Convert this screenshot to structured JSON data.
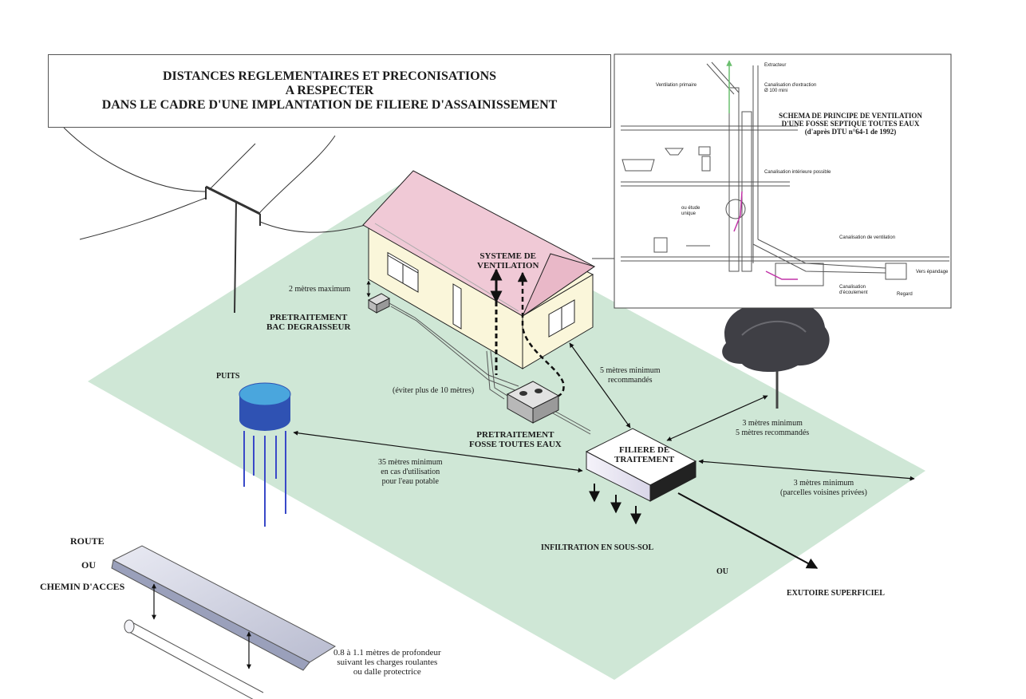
{
  "title": {
    "line1": "DISTANCES REGLEMENTAIRES ET PRECONISATIONS",
    "line2": "A RESPECTER",
    "line3": "DANS LE CADRE D'UNE IMPLANTATION DE FILIERE D'ASSAINISSEMENT"
  },
  "labels": {
    "systeme1": "SYSTEME DE",
    "systeme2": "VENTILATION",
    "deux_metres": "2 mètres maximum",
    "pretraitement_bac1": "PRETRAITEMENT",
    "pretraitement_bac2": "BAC DEGRAISSEUR",
    "puits": "PUITS",
    "eviter": "(éviter plus de 10 mètres)",
    "fosse1": "PRETRAITEMENT",
    "fosse2": "FOSSE TOUTES EAUX",
    "filiere1": "FILIERE DE",
    "filiere2": "TRAITEMENT",
    "cinq_min1": "5 mètres minimum",
    "cinq_min2": "recommandés",
    "trois_arbre1": "3 mètres minimum",
    "trois_arbre2": "5 mètres recommandés",
    "trente_cinq1": "35 mètres minimum",
    "trente_cinq2": "en cas d'utilisation",
    "trente_cinq3": "pour l'eau potable",
    "trois_voisin1": "3 mètres minimum",
    "trois_voisin2": "(parcelles voisines privées)",
    "infiltration": "INFILTRATION EN SOUS-SOL",
    "ou_right": "OU",
    "exutoire": "EXUTOIRE SUPERFICIEL",
    "route": "ROUTE",
    "ou_road": "OU",
    "chemin": "CHEMIN D'ACCES",
    "profondeur1": "0.8 à 1.1 mètres de profondeur",
    "profondeur2": "suivant les charges roulantes",
    "profondeur3": "ou dalle protectrice"
  },
  "inset": {
    "title1": "SCHEMA DE PRINCIPE DE VENTILATION",
    "title2": "D'UNE FOSSE SEPTIQUE TOUTES EAUX",
    "title3": "(d'après DTU n°64-1 de 1992)",
    "extracteur": "Extracteur",
    "ventilation_primaire": "Ventilation primaire",
    "canal_extraction1": "Canalisation d'extraction",
    "canal_extraction2": "Ø 100 mini",
    "canal_interieure": "Canalisation intérieure possible",
    "ou_etude1": "ou étude",
    "ou_etude2": "unique",
    "canal_ventilation": "Canalisation de ventilation",
    "vers_epandage": "Vers épandage",
    "canal_ecoulement1": "Canalisation",
    "canal_ecoulement2": "d'écoulement",
    "regard": "Regard"
  },
  "colors": {
    "lawn": "#cfe7d6",
    "roof": "#f0c9d6",
    "wall": "#faf6da",
    "well_top": "#4aa6dd",
    "well_body": "#2f52b3",
    "pipe_arrow": "#7bc47f",
    "magenta_flow": "#c233a8"
  }
}
